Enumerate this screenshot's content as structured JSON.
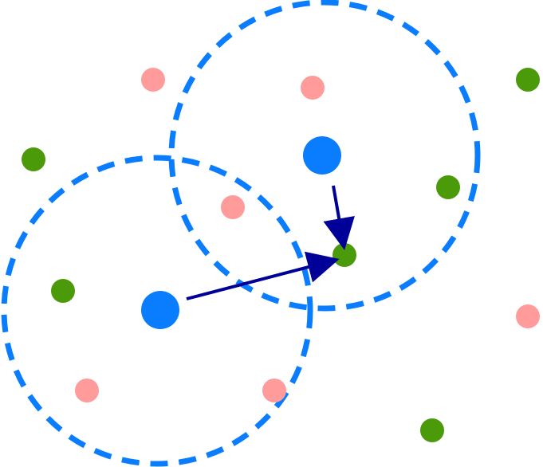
{
  "colors": {
    "background": "#ffffff",
    "dashed_circle": "#0a7dff",
    "center_point": "#0a7dff",
    "arrow": "#000099",
    "green_point": "#4a9a09",
    "pink_point": "#ff9b9b"
  },
  "legend": [],
  "diagram": {
    "circles": [
      {
        "id": "circle-left"
      },
      {
        "id": "circle-right"
      }
    ],
    "centers": [
      {
        "id": "center-left"
      },
      {
        "id": "center-right"
      }
    ],
    "arrows": [
      {
        "id": "arrow-from-left-center"
      },
      {
        "id": "arrow-from-right-center"
      }
    ],
    "points": [
      {
        "id": "pink-1",
        "class": "pink"
      },
      {
        "id": "pink-2",
        "class": "pink"
      },
      {
        "id": "pink-3",
        "class": "pink"
      },
      {
        "id": "pink-4",
        "class": "pink"
      },
      {
        "id": "pink-5",
        "class": "pink"
      },
      {
        "id": "pink-6",
        "class": "pink"
      },
      {
        "id": "green-1",
        "class": "green"
      },
      {
        "id": "green-2",
        "class": "green"
      },
      {
        "id": "green-3",
        "class": "green"
      },
      {
        "id": "green-4",
        "class": "green"
      },
      {
        "id": "green-5",
        "class": "green"
      },
      {
        "id": "green-6",
        "class": "green"
      }
    ]
  }
}
